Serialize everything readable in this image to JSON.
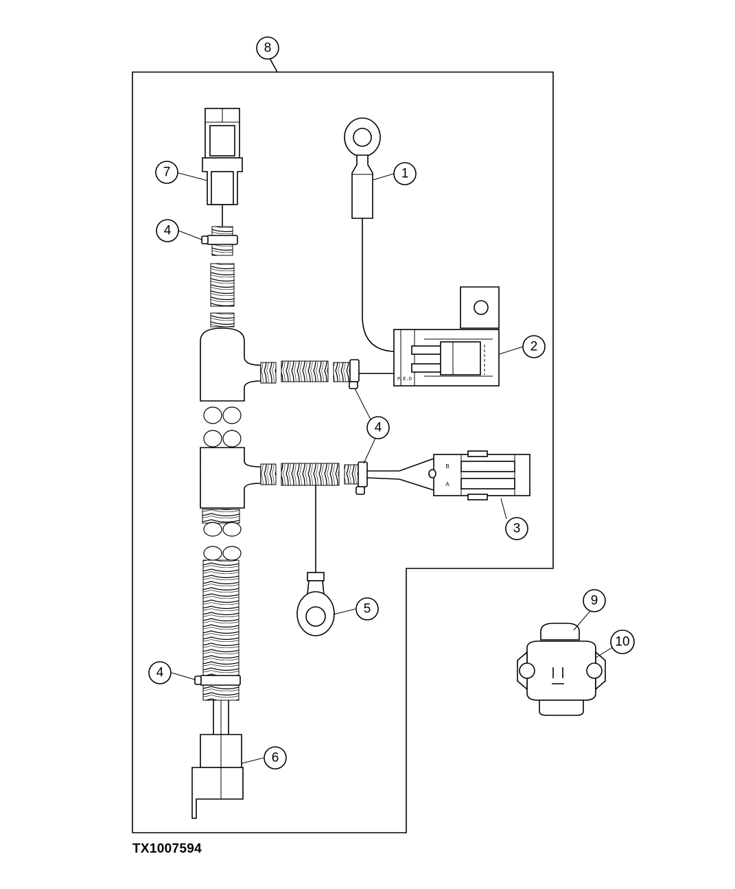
{
  "figure_id": "TX1007594",
  "callouts": {
    "c1": "1",
    "c2": "2",
    "c3": "3",
    "c4": "4",
    "c5": "5",
    "c6": "6",
    "c7": "7",
    "c8": "8",
    "c9": "9",
    "c10": "10"
  },
  "connector_marks": {
    "relay_text": "P.E.D",
    "plug_top": "B",
    "plug_bottom": "A"
  }
}
